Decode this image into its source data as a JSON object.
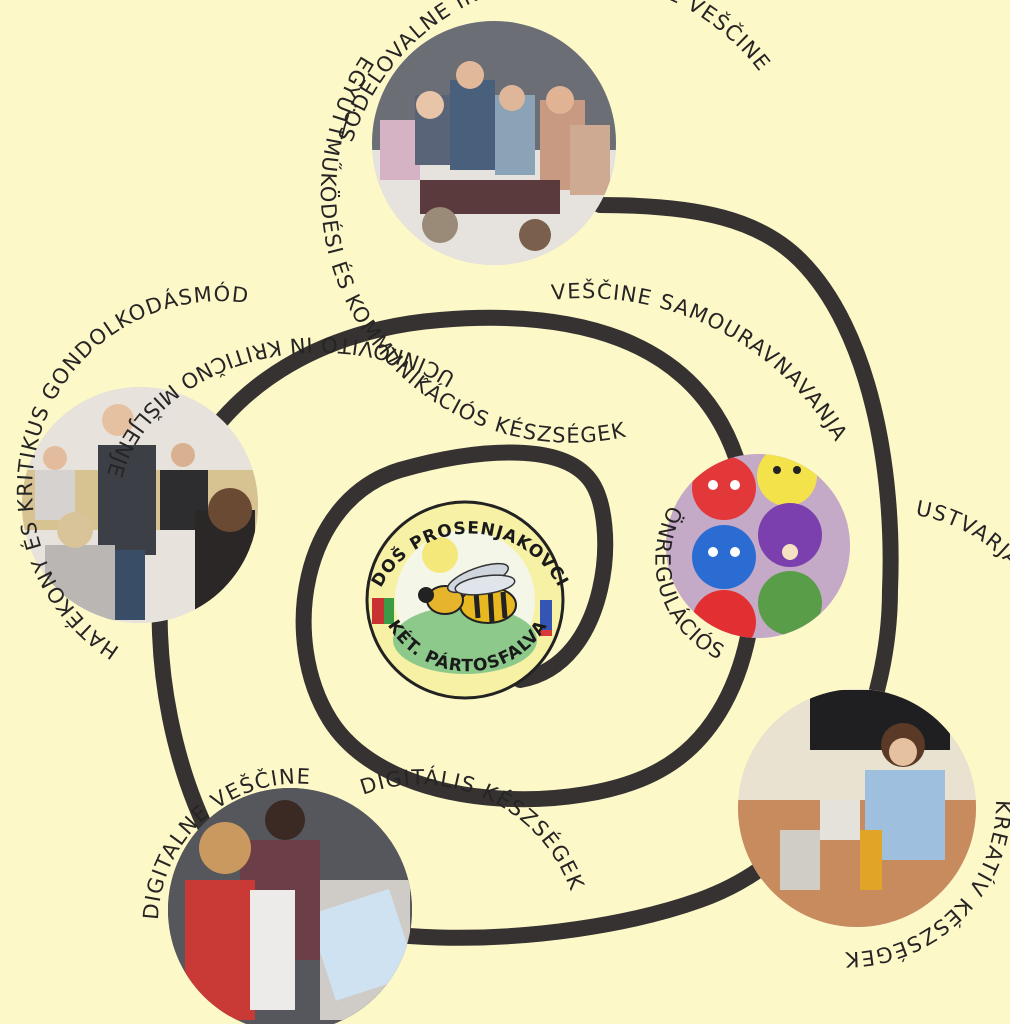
{
  "colors": {
    "background": "#fdf8c8",
    "spiral": "#363232",
    "text": "#262424"
  },
  "logo": {
    "top_text": "DOŠ PROSENJAKOVCI",
    "bottom_text": "KÉT. PÁRTOSFALVA",
    "icon": "bee-icon"
  },
  "labels": {
    "communication_sl": "SODELOVALNE IN KOMUNIKACIJSKE VEŠČINE",
    "communication_hu": "EGYÜTTMŰKÖDÉSI ÉS KOMMUNIKÁCIÓS KÉSZSÉGEK",
    "critical_hu": "HATÉKONY ÉS KRITIKUS GONDOLKODÁSMÓD",
    "critical_sl": "UČINKOVITO IN KRITIČNO MIŠLJENJE",
    "selfreg_sl": "VEŠČINE SAMOURAVNAVANJA",
    "selfreg_hu": "ÖNREGULÁCIÓS KÉSZSÉGEK",
    "creative_sl": "USTVARJALNE VEŠČINE",
    "creative_hu": "KREATÍV KÉSZSÉGEK",
    "digital_sl": "DIGITALNE VEŠČINE",
    "digital_hu": "DIGITÁLIS KÉSZSÉGEK"
  },
  "photos": {
    "communication": "children-group-photo",
    "critical": "classroom-discussion-photo",
    "selfreg": "emotion-faces-photo",
    "creative": "crafting-photo",
    "digital": "tablet-photo"
  }
}
